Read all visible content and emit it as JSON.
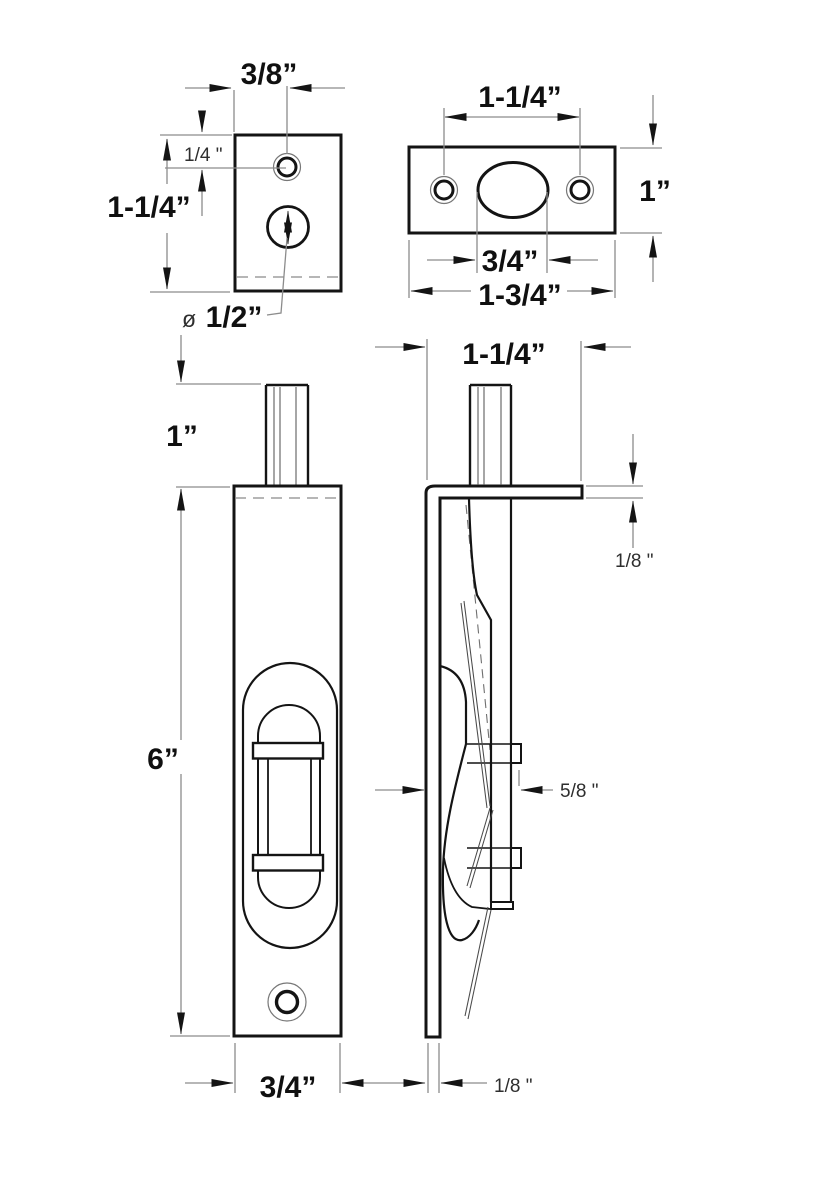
{
  "drawing": {
    "background": "#ffffff",
    "object_line_color": "#141414",
    "dim_line_color": "#8c8c8c",
    "views": {
      "plate_front": {
        "dims": {
          "hole_offset_x": "3/8”",
          "hole_offset_y": "1/4 \"",
          "height": "1-1/4”",
          "diameter_symbol": "ø",
          "bolt_diameter": "1/2”"
        }
      },
      "strike_plate": {
        "dims": {
          "hole_spacing": "1-1/4”",
          "height": "1”",
          "slot_width": "3/4”",
          "width": "1-3/4”"
        }
      },
      "bolt_front": {
        "dims": {
          "rod_length": "1”",
          "body_length": "6”",
          "body_width": "3/4”"
        }
      },
      "bolt_side": {
        "dims": {
          "width": "1-1/4”",
          "flange_thickness": "1/8 \"",
          "bolt_depth": "5/8 \"",
          "faceplate_thickness": "1/8 \""
        }
      }
    }
  }
}
